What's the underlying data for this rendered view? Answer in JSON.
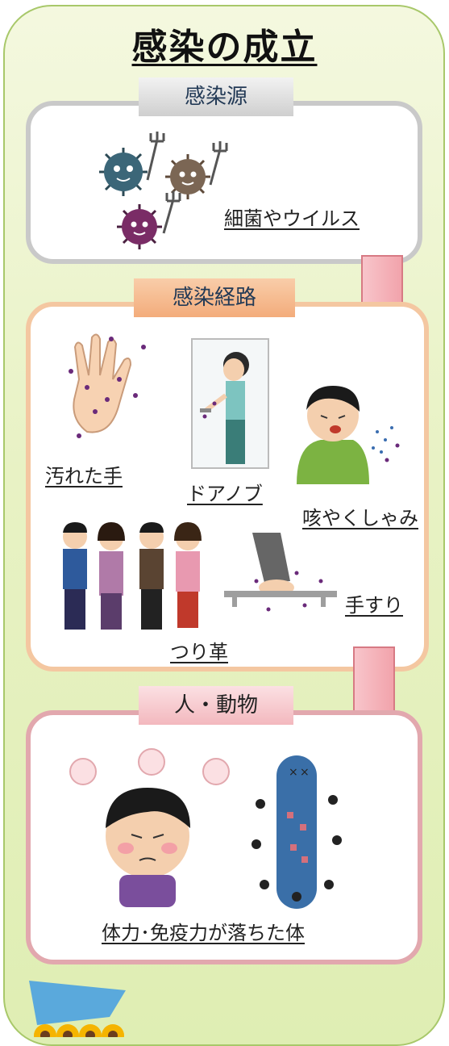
{
  "title": "感染の成立",
  "stages": [
    {
      "tag": "感染源",
      "items": [
        {
          "label": "細菌やウイルス"
        }
      ]
    },
    {
      "tag": "感染経路",
      "items": [
        {
          "label": "汚れた手"
        },
        {
          "label": "ドアノブ"
        },
        {
          "label": "咳やくしゃみ"
        },
        {
          "label": "つり革"
        },
        {
          "label": "手すり"
        }
      ]
    },
    {
      "tag": "人・動物",
      "items": [
        {
          "label": "体力･免疫力が落ちた体"
        }
      ]
    }
  ],
  "colors": {
    "background": "#e8f2c4",
    "stage1_border": "#c9c9c9",
    "stage2_border": "#f4c7a1",
    "stage3_border": "#e2a8ae",
    "arrow": "#f0a0a8"
  }
}
